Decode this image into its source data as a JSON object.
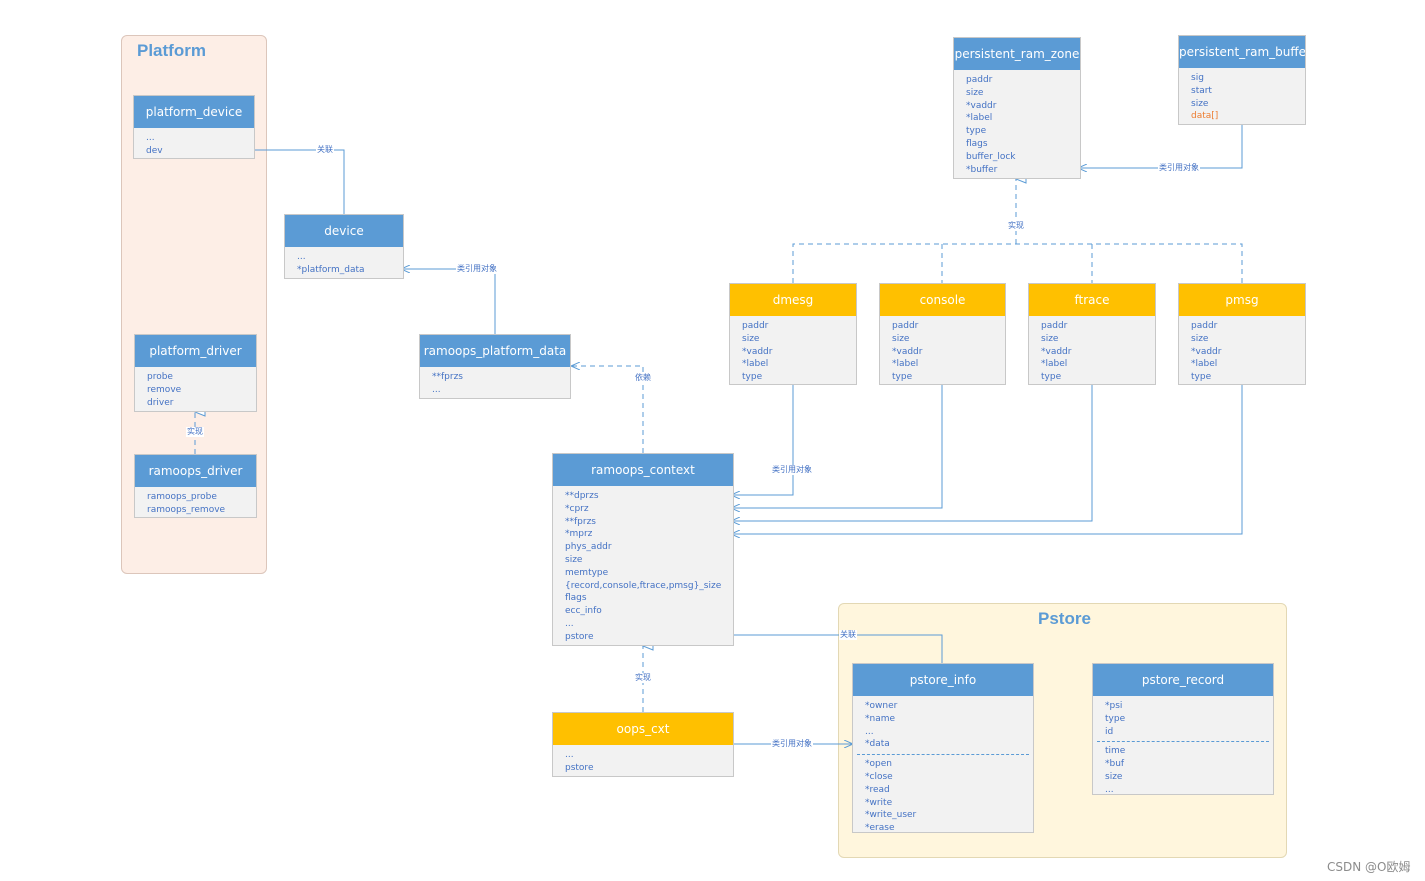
{
  "groups": {
    "platform": "Platform",
    "pstore": "Pstore"
  },
  "boxes": {
    "platform_device": {
      "title": "platform_device",
      "fields": [
        "...",
        "dev"
      ]
    },
    "device": {
      "title": "device",
      "fields": [
        "...",
        "*platform_data"
      ]
    },
    "platform_driver": {
      "title": "platform_driver",
      "fields": [
        "probe",
        "remove",
        "driver"
      ]
    },
    "ramoops_driver": {
      "title": "ramoops_driver",
      "fields": [
        "ramoops_probe",
        "ramoops_remove"
      ]
    },
    "ramoops_platform_data": {
      "title": "ramoops_platform_data",
      "fields": [
        "**fprzs",
        "..."
      ]
    },
    "ramoops_context": {
      "title": "ramoops_context",
      "fields": [
        "**dprzs",
        "*cprz",
        "**fprzs",
        "*mprz",
        "phys_addr",
        "size",
        "memtype",
        "{record,console,ftrace,pmsg}_size",
        "flags",
        "ecc_info",
        "...",
        "pstore"
      ]
    },
    "oops_cxt": {
      "title": "oops_cxt",
      "fields": [
        "...",
        "pstore"
      ]
    },
    "persistent_ram_zone": {
      "title": "persistent_ram_zone",
      "fields": [
        "paddr",
        "size",
        "*vaddr",
        "*label",
        "type",
        "flags",
        "buffer_lock",
        "*buffer"
      ]
    },
    "persistent_ram_buffer": {
      "title": "persistent_ram_buffer",
      "fields": [
        "sig",
        "start",
        "size",
        "data[]"
      ]
    },
    "dmesg": {
      "title": "dmesg",
      "fields": [
        "paddr",
        "size",
        "*vaddr",
        "*label",
        "type"
      ]
    },
    "console": {
      "title": "console",
      "fields": [
        "paddr",
        "size",
        "*vaddr",
        "*label",
        "type"
      ]
    },
    "ftrace": {
      "title": "ftrace",
      "fields": [
        "paddr",
        "size",
        "*vaddr",
        "*label",
        "type"
      ]
    },
    "pmsg": {
      "title": "pmsg",
      "fields": [
        "paddr",
        "size",
        "*vaddr",
        "*label",
        "type"
      ]
    },
    "pstore_info": {
      "title": "pstore_info",
      "fields_a": [
        "*owner",
        "*name",
        "...",
        "*data"
      ],
      "fields_b": [
        "*open",
        "*close",
        "*read",
        "*write",
        "*write_user",
        "*erase"
      ]
    },
    "pstore_record": {
      "title": "pstore_record",
      "fields_a": [
        "*psi",
        "type",
        "id"
      ],
      "fields_b": [
        "time",
        "*buf",
        "size",
        "..."
      ]
    }
  },
  "edge_labels": {
    "assoc_dev": "关联",
    "ref_platform_data": "类引用对象",
    "dep": "依赖",
    "impl_driver": "实现",
    "ref_buffer": "类引用对象",
    "impl_zone": "实现",
    "ref_dmesg": "类引用对象",
    "assoc_pstore": "关联",
    "impl_context": "实现",
    "ref_pstore": "类引用对象"
  },
  "colors": {
    "header_blue": "#5b9bd5",
    "header_gold": "#ffc000",
    "field_text": "#4472c4",
    "platform_bg": "#fdeee6",
    "pstore_bg": "#fff6dd"
  },
  "watermark": "CSDN @O欧姆"
}
